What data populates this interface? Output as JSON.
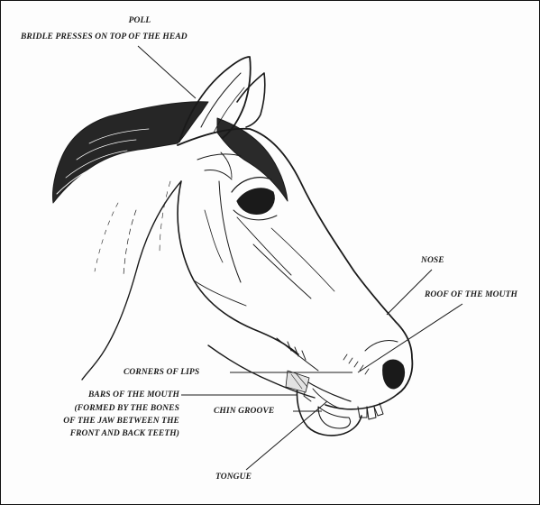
{
  "labels": {
    "poll_title": "POLL",
    "poll_desc": "BRIDLE PRESSES ON TOP OF THE HEAD",
    "nose": "NOSE",
    "roof": "ROOF OF THE MOUTH",
    "corners": "CORNERS OF LIPS",
    "bars_line1": "BARS OF THE MOUTH",
    "bars_line2": "(FORMED BY THE BONES",
    "bars_line3": "OF THE JAW BETWEEN THE",
    "bars_line4": "FRONT AND BACK TEETH)",
    "chin": "CHIN GROOVE",
    "tongue": "TONGUE"
  },
  "colors": {
    "ink": "#1a1a1a",
    "background": "#fdfdfd"
  }
}
